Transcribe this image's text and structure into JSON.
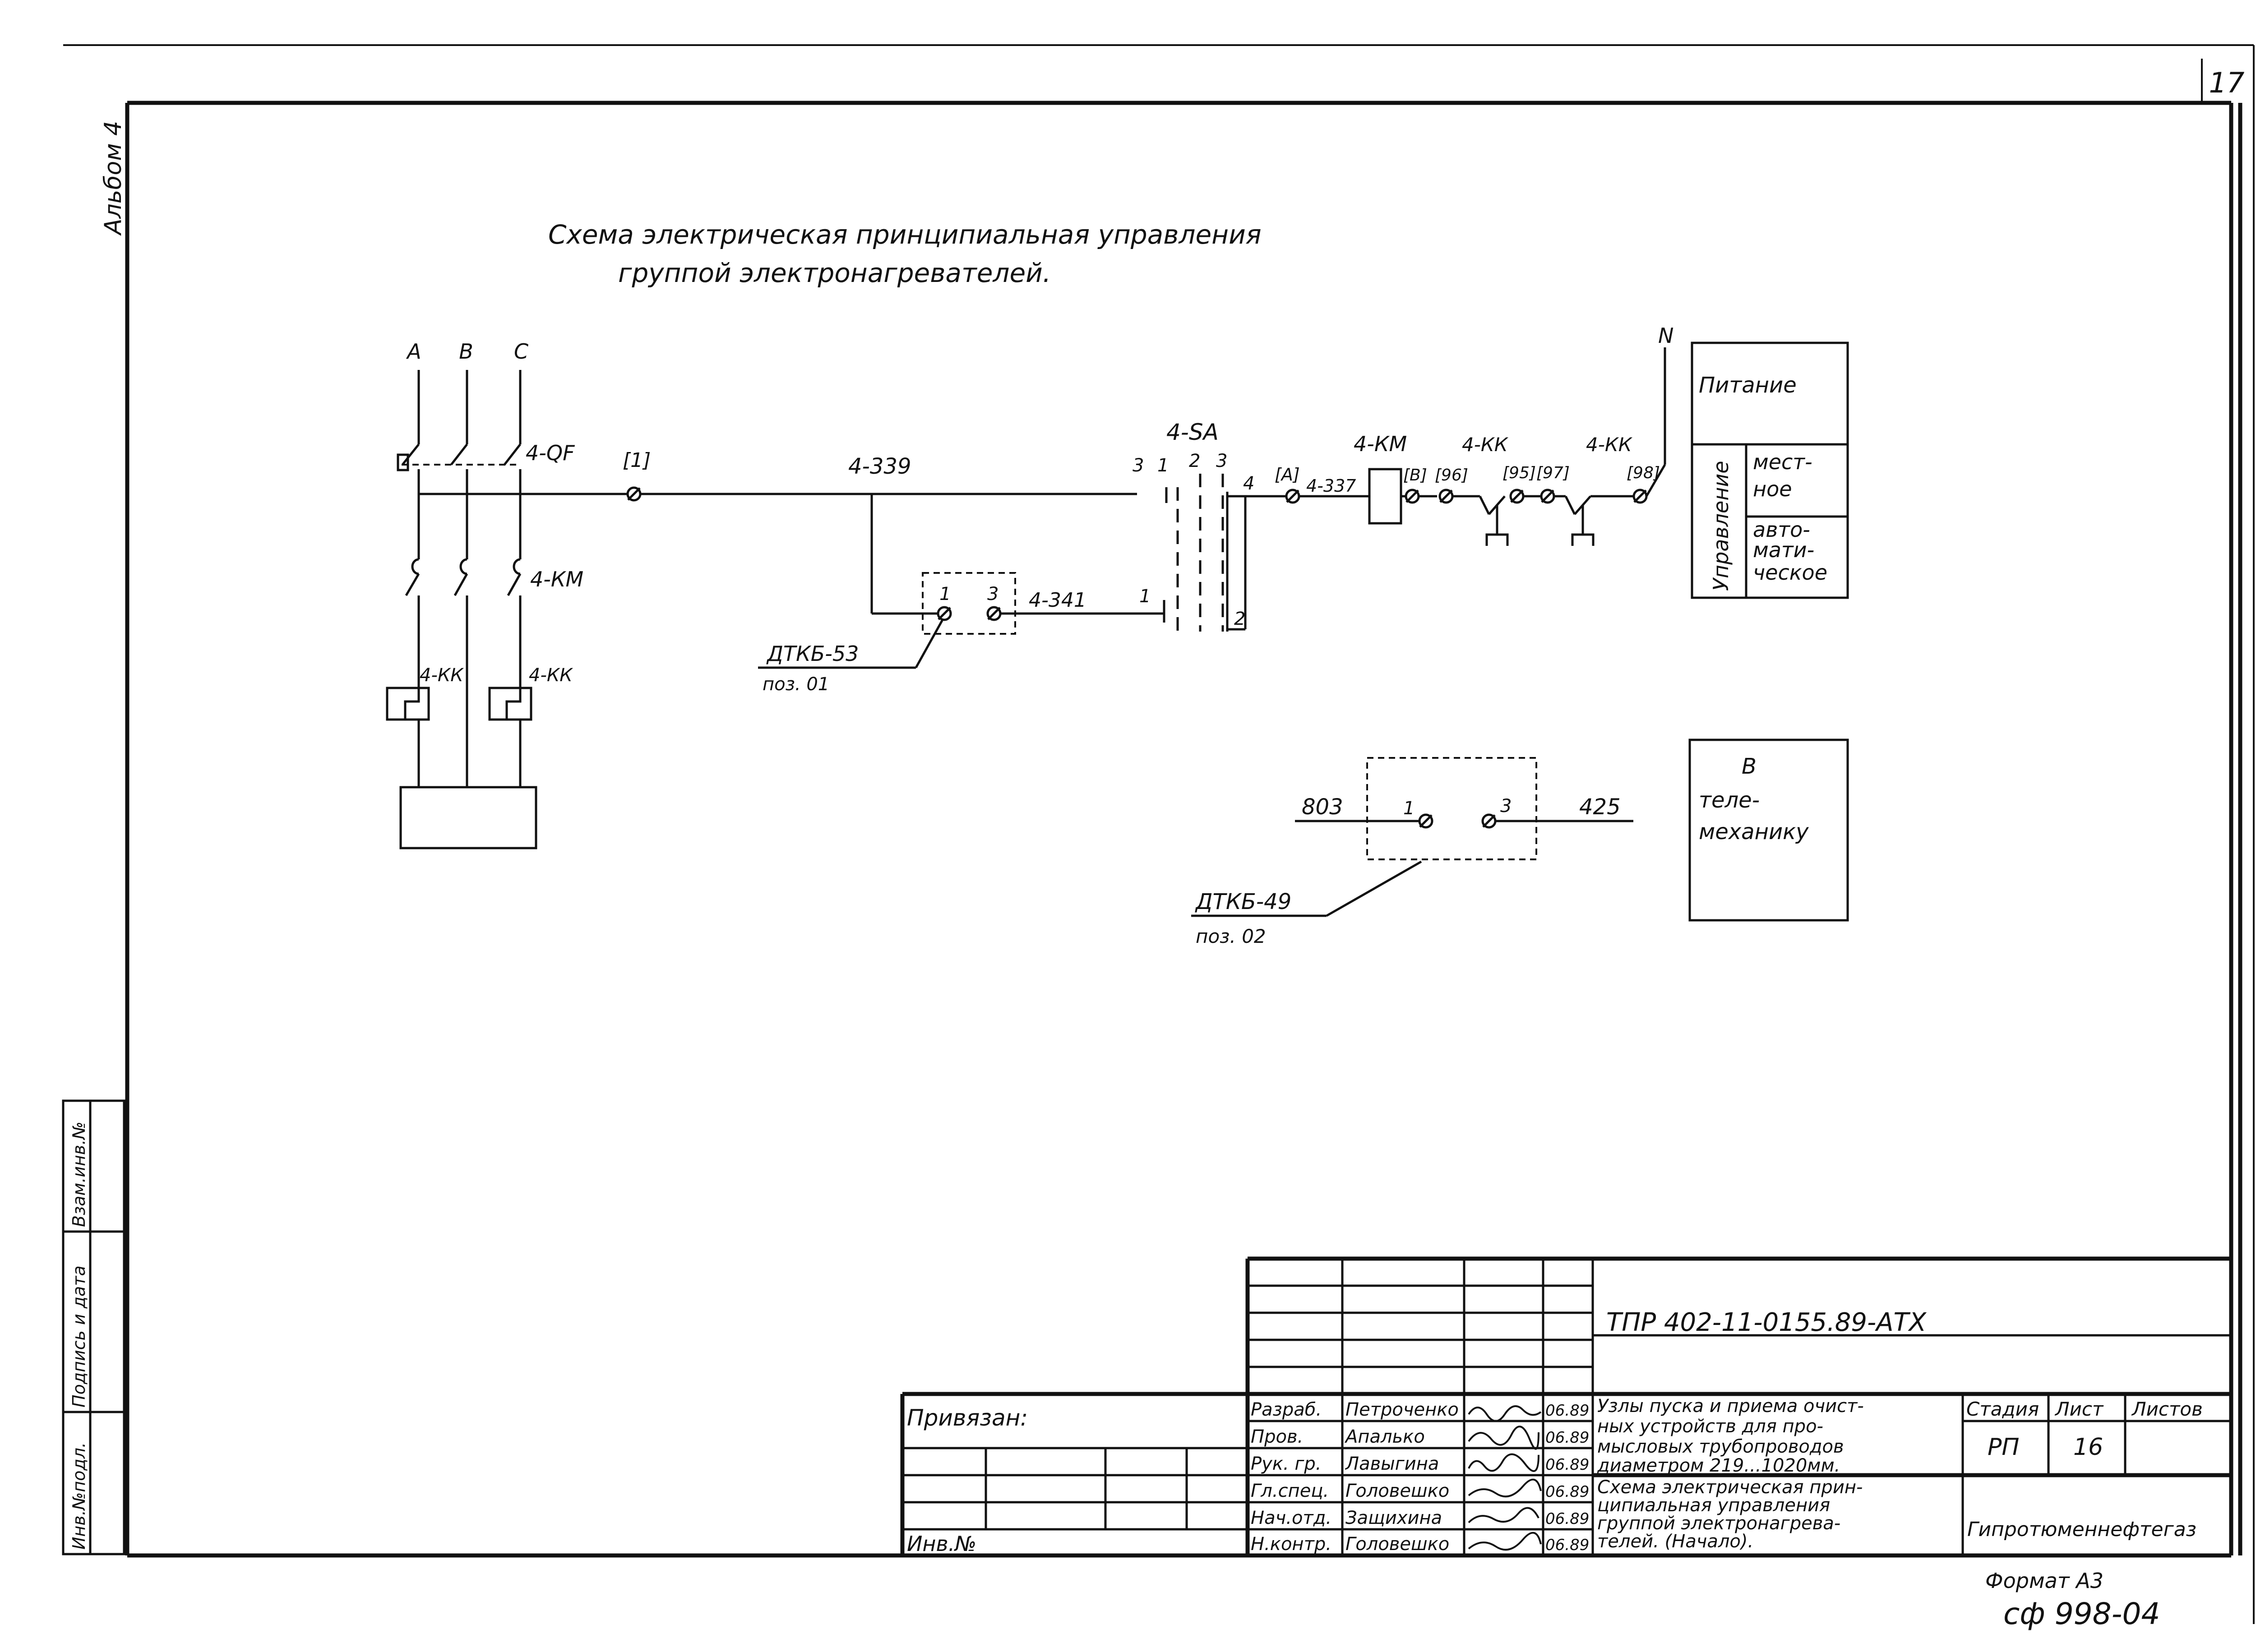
{
  "sheet": {
    "number": "17",
    "album_label": "Альбом 4",
    "format": "Формат А3",
    "archive_code": "сф 998-04"
  },
  "title": {
    "line1": "Схема электрическая принципиальная управления",
    "line2": "группой электронагревателей."
  },
  "schematic": {
    "phases": [
      "A",
      "B",
      "C"
    ],
    "neutral": "N",
    "breaker": "4-QF",
    "contactor_main": "4-КМ",
    "thermal_relay": "4-КК",
    "thermal_relay_right": "4-КК",
    "terminal_1": "[1]",
    "wire_339": "4-339",
    "switch": "4-SA",
    "switch_pins_top": [
      "3",
      "1",
      "2",
      "3"
    ],
    "switch_pin_1": "1",
    "switch_pin_4": "4",
    "switch_pin_2": "2",
    "terminal_A": "[А]",
    "wire_337": "4-337",
    "coil": "4-КМ",
    "terminal_B": "[В]",
    "terminal_96": "[96]",
    "relay_1": "4-КК",
    "relay_2": "4-КК",
    "terminal_95": "[95]",
    "terminal_97": "[97]",
    "terminal_98": "[98]",
    "sensor_1_pin_1": "1",
    "sensor_1_pin_3": "3",
    "wire_341": "4-341",
    "sensor_1": "ДТКБ-53",
    "sensor_1_pos": "поз. 01",
    "sensor_2_pin_1": "1",
    "sensor_2_pin_3": "3",
    "wire_803": "803",
    "wire_425": "425",
    "sensor_2": "ДТКБ-49",
    "sensor_2_pos": "поз. 02"
  },
  "mode_table": {
    "header": "Питание",
    "group": "Управление",
    "row1": [
      "мест-",
      "ное"
    ],
    "row2": [
      "авто-",
      "мати-",
      "ческое"
    ]
  },
  "telemetry_box": [
    "В",
    "теле-",
    "механику"
  ],
  "left_stamp": [
    "Инв.№подл.",
    "Подпись и дата",
    "Взам.инв.№"
  ],
  "title_block": {
    "doc_code": "ТПР 402-11-0155.89-АТХ",
    "bound_label": "Привязан:",
    "inv_label": "Инв.№",
    "staff": [
      {
        "role": "Разраб.",
        "name": "Петроченко",
        "date": "06.89"
      },
      {
        "role": "Пров.",
        "name": "Апалько",
        "date": "06.89"
      },
      {
        "role": "Рук. гр.",
        "name": "Лавыгина",
        "date": "06.89"
      },
      {
        "role": "Гл.спец.",
        "name": "Головешко",
        "date": "06.89"
      },
      {
        "role": "Нач.отд.",
        "name": "Защихина",
        "date": "06.89"
      },
      {
        "role": "Н.контр.",
        "name": "Головешко",
        "date": "06.89"
      }
    ],
    "project_title": [
      "Узлы пуска и приема очист-",
      "ных устройств для про-",
      "мысловых трубопроводов",
      "диаметром 219...1020мм."
    ],
    "sheet_title": [
      "Схема электрическая прин-",
      "ципиальная управления",
      "группой электронагрева-",
      "телей.    (Начало)."
    ],
    "stage_label": "Стадия",
    "sheet_label": "Лист",
    "sheets_label": "Листов",
    "stage": "РП",
    "sheet_no": "16",
    "organization": "Гипротюменнефтегаз"
  }
}
